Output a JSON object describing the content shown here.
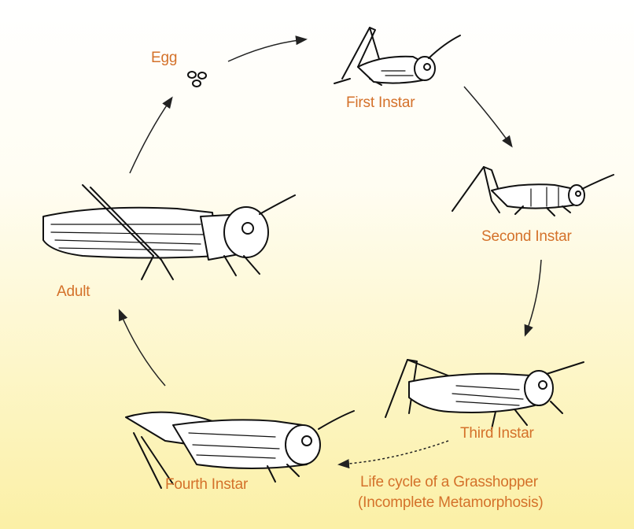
{
  "stages": {
    "egg": "Egg",
    "first": "First Instar",
    "second": "Second Instar",
    "third": "Third Instar",
    "fourth": "Fourth Instar",
    "adult": "Adult"
  },
  "caption": {
    "line1": "Life cycle of a Grasshopper",
    "line2": "(Incomplete Metamorphosis)"
  },
  "colors": {
    "label": "#d4712a",
    "ink": "#111111"
  }
}
